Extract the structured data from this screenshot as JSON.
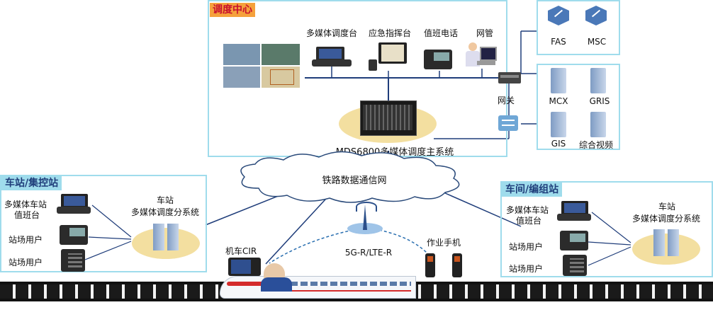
{
  "dispatch_center": {
    "title": "调度中心",
    "devices": {
      "multimedia_console": "多媒体调度台",
      "emergency_console": "应急指挥台",
      "duty_phone": "值班电话",
      "network_mgmt": "网管"
    },
    "gateway": "网关",
    "main_system": "MDS6800多媒体调度主系统"
  },
  "core_servers_top": [
    "FAS",
    "MSC"
  ],
  "core_servers_bottom": [
    "MCX",
    "GRIS",
    "GIS",
    "综合视频"
  ],
  "network": {
    "cloud_label": "铁路数据通信网",
    "radio_label": "5G-R/LTE-R"
  },
  "left_station": {
    "title": "车站/集控站",
    "subsystem": "车站\n多媒体调度分系统",
    "subsystem_line1": "车站",
    "subsystem_line2": "多媒体调度分系统",
    "console_line1": "多媒体车站",
    "console_line2": "值班台",
    "user1": "站场用户",
    "user2": "站场用户"
  },
  "right_station": {
    "title": "车间/编组站",
    "subsystem_line1": "车站",
    "subsystem_line2": "多媒体调度分系统",
    "console_line1": "多媒体车站",
    "console_line2": "值班台",
    "user1": "站场用户",
    "user2": "站场用户"
  },
  "train": {
    "cir_label": "机车CIR",
    "handset_label": "作业手机"
  },
  "colors": {
    "box_border": "#9fdcec",
    "line": "#1f3d7a",
    "dashed": "#2a6fb0",
    "orange": "#f5a13c"
  }
}
